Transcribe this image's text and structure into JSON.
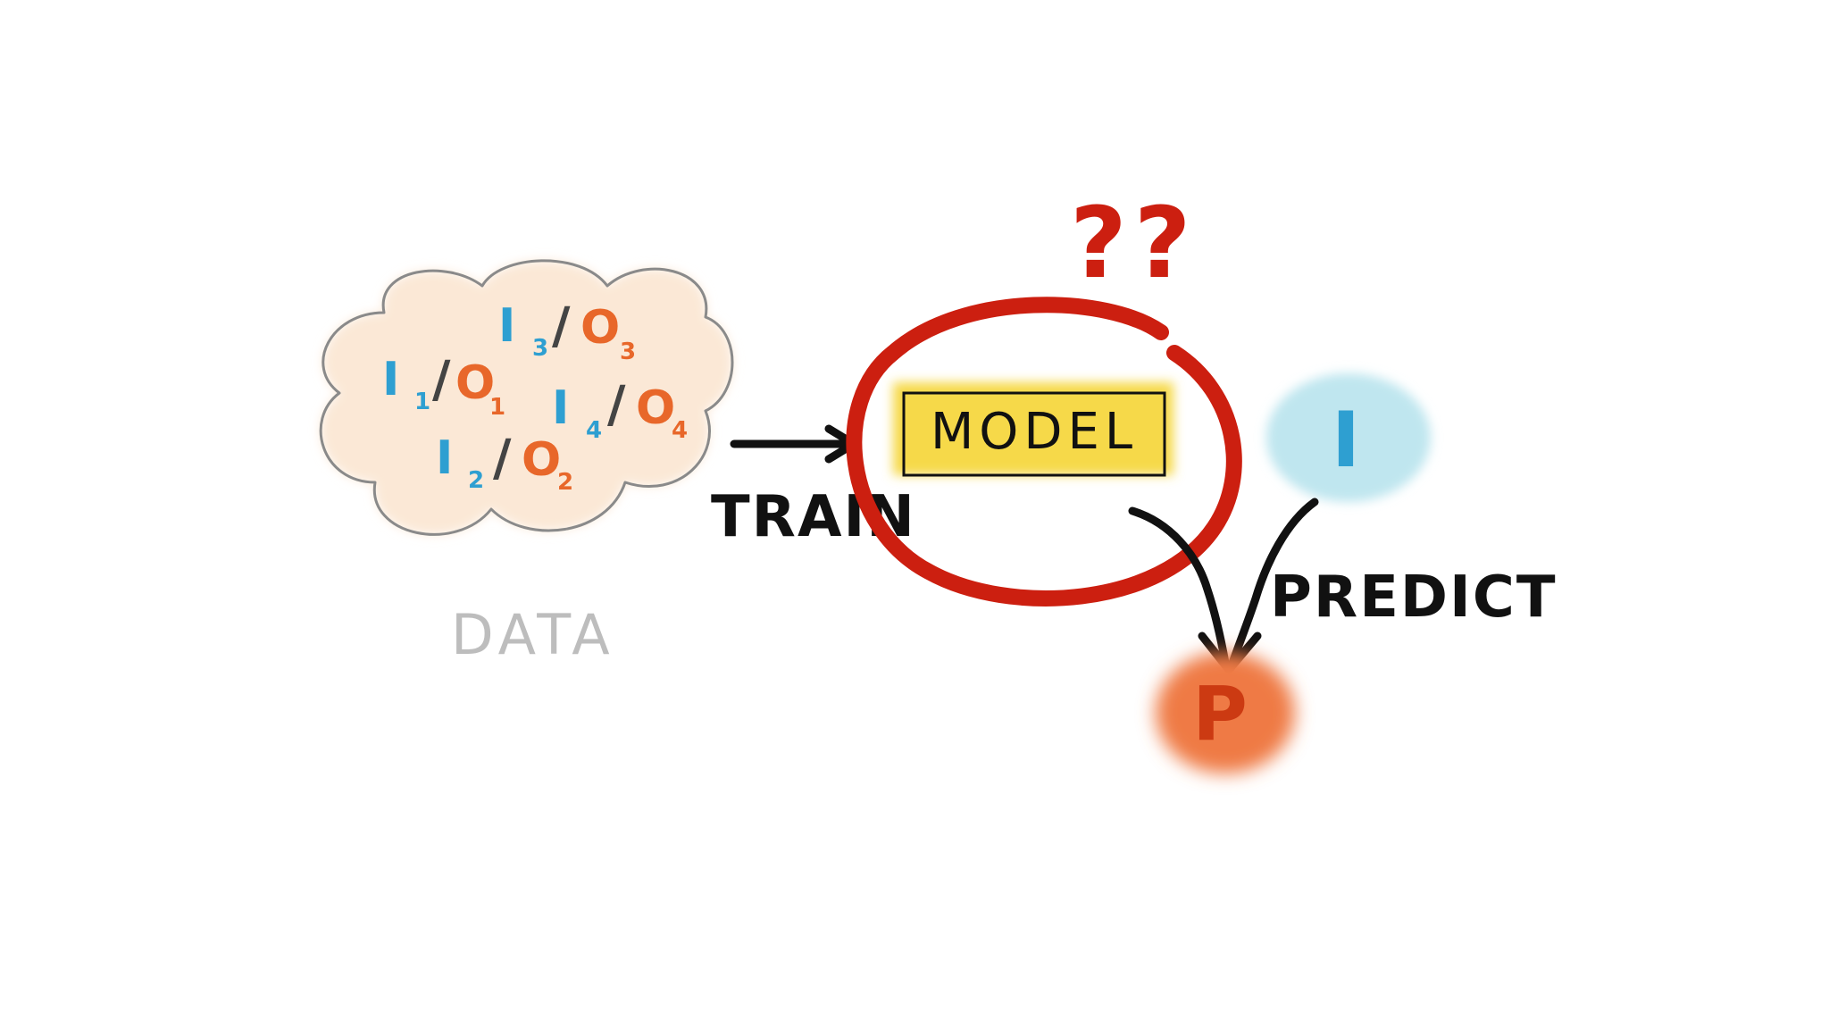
{
  "cloud": {
    "label": "DATA",
    "pairs": [
      {
        "input": "I",
        "input_sub": "3",
        "sep": "/",
        "output": "O",
        "output_sub": "3"
      },
      {
        "input": "I",
        "input_sub": "1",
        "sep": "/",
        "output": "O",
        "output_sub": "1"
      },
      {
        "input": "I",
        "input_sub": "4",
        "sep": "/",
        "output": "O",
        "output_sub": "4"
      },
      {
        "input": "I",
        "input_sub": "2",
        "sep": "/",
        "output": "O",
        "output_sub": "2"
      }
    ]
  },
  "train_label": "TRAIN",
  "model_label": "MODEL",
  "question_marks": "??",
  "input_node_label": "I",
  "predict_label": "PREDICT",
  "prediction_node_label": "P",
  "colors": {
    "input_blue": "#2e9fd1",
    "output_orange": "#e8672a",
    "separator_gray": "#444444",
    "cloud_fill": "#fbe8d6",
    "cloud_outline": "#8a8a8a",
    "model_fill": "#f6d94a",
    "highlight_red": "#cc1f10",
    "input_bubble": "#bfe6ef",
    "prediction_bubble": "#ef7a45",
    "ink": "#111111"
  }
}
